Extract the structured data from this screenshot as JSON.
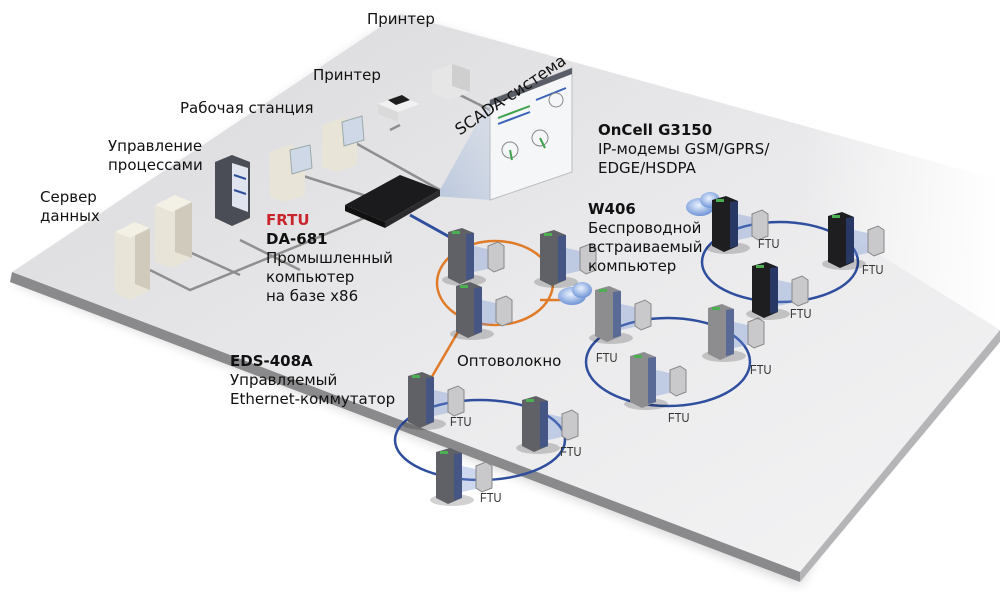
{
  "diagram": {
    "title": "SCADA network architecture",
    "colors": {
      "platform": "#e4e4e6",
      "platform_edge": "#8a8a8c",
      "ethernet_line": "#8f8f8f",
      "fiber_ring": "#e07b2a",
      "ethernet_ring": "#2f4f9e",
      "frtu_accent": "#c8262c",
      "device_dark": "#2a2a2a",
      "device_gray": "#6b6b6b"
    },
    "labels": {
      "printer_1": "Принтер",
      "printer_2": "Принтер",
      "workstation": "Рабочая станция",
      "process_control": [
        "Управление",
        "процессами"
      ],
      "data_server": [
        "Сервер",
        "данных"
      ],
      "scada": "SCADA-система",
      "frtu": "FRTU",
      "da681": {
        "model": "DA-681",
        "lines": [
          "Промышленный",
          "компьютер",
          "на базе x86"
        ]
      },
      "oncell": {
        "model": "OnCell G3150",
        "lines": [
          "IP-модемы GSM/GPRS/",
          "EDGE/HSDPA"
        ]
      },
      "w406": {
        "model": "W406",
        "lines": [
          "Беспроводной",
          "встраиваемый",
          "компьютер"
        ]
      },
      "eds408a": {
        "model": "EDS-408A",
        "lines": [
          "Управляемый",
          "Ethernet-коммутатор"
        ]
      },
      "fiber": "Оптоволокно"
    },
    "ftu_label": "FTU",
    "nodes": [
      {
        "id": "data-server-1",
        "type": "server"
      },
      {
        "id": "data-server-2",
        "type": "server"
      },
      {
        "id": "process-control",
        "type": "rack"
      },
      {
        "id": "workstation-1",
        "type": "workstation"
      },
      {
        "id": "workstation-2",
        "type": "workstation"
      },
      {
        "id": "printer-1",
        "type": "printer"
      },
      {
        "id": "printer-2",
        "type": "printer"
      },
      {
        "id": "scada-screen",
        "type": "screen"
      },
      {
        "id": "da-681",
        "type": "industrial-computer"
      }
    ],
    "rings": [
      {
        "id": "fiber-ring",
        "medium": "fiber",
        "switches": 3
      },
      {
        "id": "eds-ring",
        "medium": "ethernet",
        "switches": 3,
        "ftu_count": 3
      },
      {
        "id": "w406-ring",
        "medium": "wireless",
        "switches": 3,
        "ftu_count": 3
      },
      {
        "id": "oncell-ring",
        "medium": "cellular",
        "switches": 3,
        "ftu_count": 3
      }
    ]
  }
}
